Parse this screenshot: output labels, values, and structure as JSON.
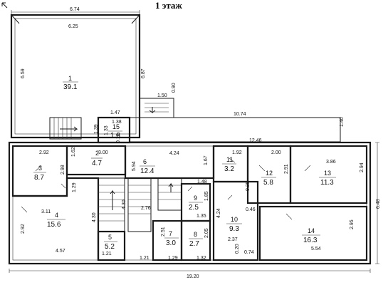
{
  "title": "1 этаж",
  "overall": {
    "top_width": "6.74",
    "bottom_width": "19.20",
    "right_height": "6.48"
  },
  "rooms": [
    {
      "num": "1",
      "area": "39.1"
    },
    {
      "num": "2",
      "area": "4.7"
    },
    {
      "num": "3",
      "area": "8.7"
    },
    {
      "num": "4",
      "area": "15.6"
    },
    {
      "num": "5",
      "area": "5.2"
    },
    {
      "num": "6",
      "area": "12.4"
    },
    {
      "num": "7",
      "area": "3.0"
    },
    {
      "num": "8",
      "area": "2.7"
    },
    {
      "num": "9",
      "area": "2.5"
    },
    {
      "num": "10",
      "area": "9.3"
    },
    {
      "num": "11",
      "area": "3.2"
    },
    {
      "num": "12",
      "area": "5.8"
    },
    {
      "num": "13",
      "area": "11.3"
    },
    {
      "num": "14",
      "area": "16.3"
    },
    {
      "num": "15",
      "area": "1.8"
    }
  ],
  "dims": {
    "d625": "6.25",
    "d659": "6.59",
    "d687": "6.87",
    "d090": "0.90",
    "d150": "1.50",
    "d147": "1.47",
    "d1074": "10.74",
    "d140": "1.40",
    "d138": "1.38",
    "d139": "1.39",
    "d133": "1.33",
    "d1246": "12.46",
    "d292a": "2.92",
    "d162": "1.62",
    "d300": "3.00",
    "d010": "0.10",
    "d298": "2.98",
    "d129a": "1.29",
    "d424": "4.24",
    "d594": "5.94",
    "d167": "1.67",
    "d192": "1.92",
    "d200": "2.00",
    "d386": "3.86",
    "d294": "2.94",
    "d291": "2.91",
    "d148": "1.48",
    "d185": "1.85",
    "d311": "3.11",
    "d430a": "4.30",
    "d430b": "4.30",
    "d276": "2.76",
    "d135": "1.35",
    "d424b": "4.24",
    "d025": "0.25",
    "d046": "0.46",
    "d292b": "2.92",
    "d251": "2.51",
    "d205": "2.05",
    "d237": "2.37",
    "d295": "2.95",
    "d020": "0.20",
    "d074": "0.74",
    "d457": "4.57",
    "d121a": "1.21",
    "d121b": "1.21",
    "d129b": "1.29",
    "d132": "1.32",
    "d554": "5.54"
  }
}
